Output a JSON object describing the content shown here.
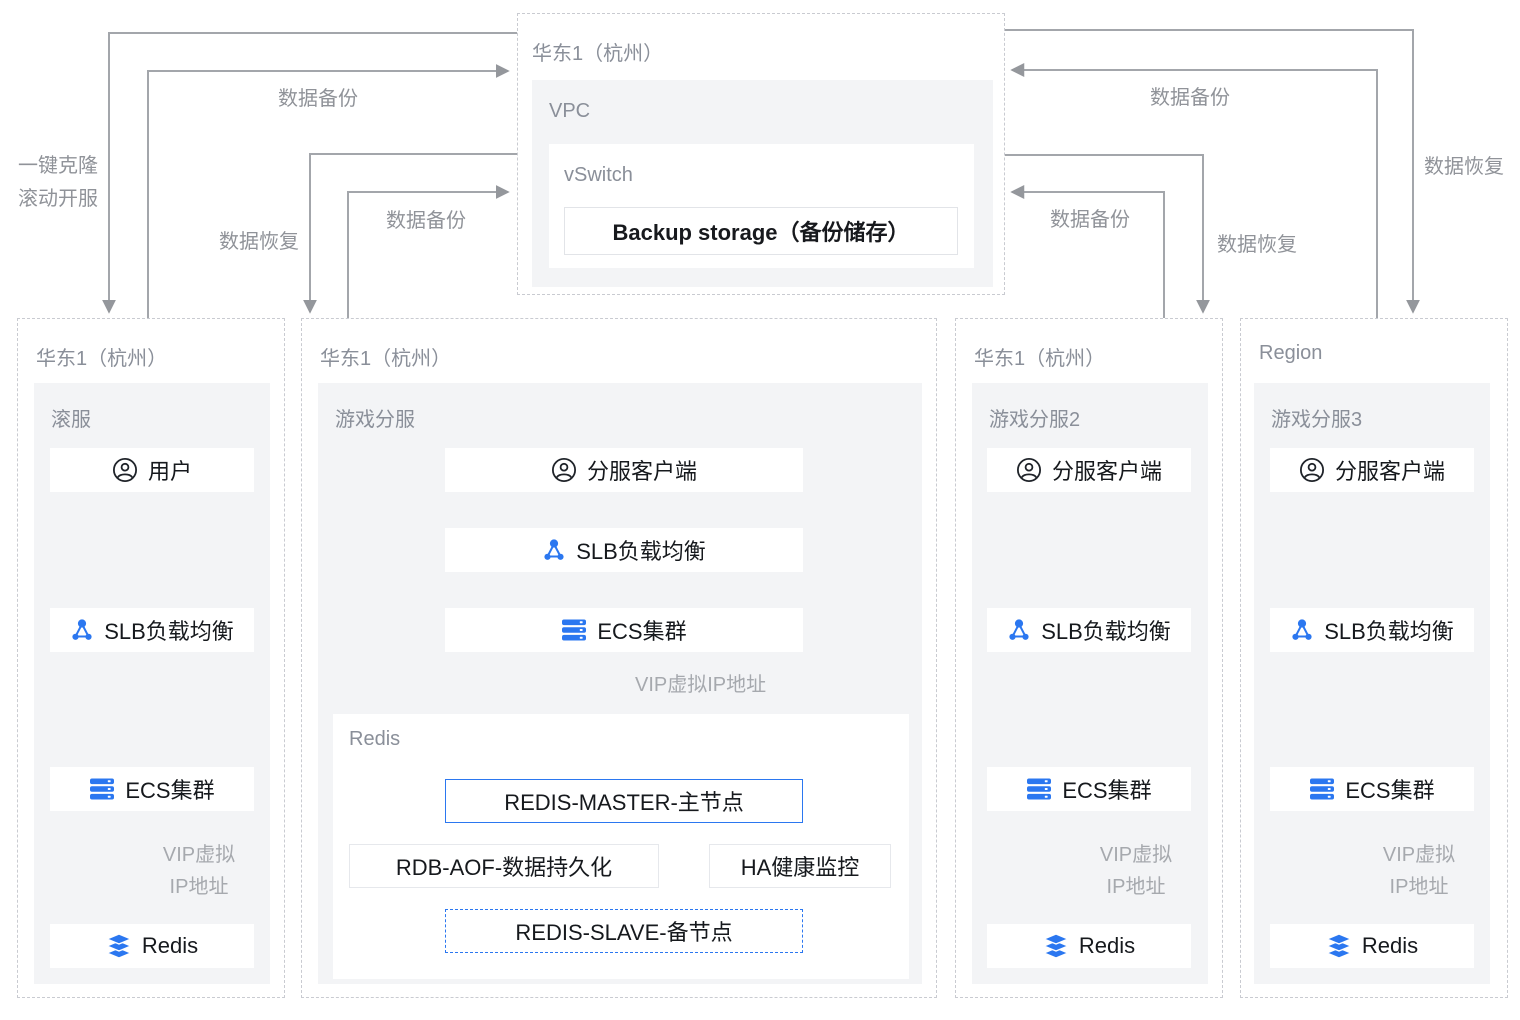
{
  "colors": {
    "accent_blue": "#2b77f0",
    "arrow_gray": "#a3a6ab",
    "panel_gray": "#f3f4f6"
  },
  "top_region": {
    "title": "华东1（杭州）",
    "vpc_label": "VPC",
    "vswitch_label": "vSwitch",
    "backup_storage_label": "Backup storage（备份储存）"
  },
  "edge_labels": {
    "clone_line1": "一键克隆",
    "clone_line2": "滚动开服",
    "backup_p1": "数据备份",
    "restore_p2": "数据恢复",
    "backup_p2": "数据备份",
    "backup_region": "数据备份",
    "restore_region": "数据恢复",
    "restore_p3": "数据恢复",
    "backup_p3": "数据备份"
  },
  "panels": [
    {
      "region_title": "华东1（杭州）",
      "group_label": "滚服",
      "nodes": [
        {
          "icon": "user",
          "label": "用户"
        },
        {
          "icon": "slb",
          "label": "SLB负载均衡"
        },
        {
          "icon": "ecs",
          "label": "ECS集群"
        },
        {
          "icon": "redis",
          "label": "Redis"
        }
      ],
      "vip_line1": "VIP虚拟",
      "vip_line2": "IP地址"
    },
    {
      "region_title": "华东1（杭州）",
      "group_label": "游戏分服",
      "nodes": [
        {
          "icon": "user",
          "label": "分服客户端"
        },
        {
          "icon": "slb",
          "label": "SLB负载均衡"
        },
        {
          "icon": "ecs",
          "label": "ECS集群"
        }
      ],
      "vip_label": "VIP虚拟IP地址",
      "redis_cluster": {
        "label": "Redis",
        "master": "REDIS-MASTER-主节点",
        "persistence": "RDB-AOF-数据持久化",
        "ha": "HA健康监控",
        "slave": "REDIS-SLAVE-备节点"
      }
    },
    {
      "region_title": "华东1（杭州）",
      "group_label": "游戏分服2",
      "nodes": [
        {
          "icon": "user",
          "label": "分服客户端"
        },
        {
          "icon": "slb",
          "label": "SLB负载均衡"
        },
        {
          "icon": "ecs",
          "label": "ECS集群"
        },
        {
          "icon": "redis",
          "label": "Redis"
        }
      ],
      "vip_line1": "VIP虚拟",
      "vip_line2": "IP地址"
    },
    {
      "region_title": "Region",
      "group_label": "游戏分服3",
      "nodes": [
        {
          "icon": "user",
          "label": "分服客户端"
        },
        {
          "icon": "slb",
          "label": "SLB负载均衡"
        },
        {
          "icon": "ecs",
          "label": "ECS集群"
        },
        {
          "icon": "redis",
          "label": "Redis"
        }
      ],
      "vip_line1": "VIP虚拟",
      "vip_line2": "IP地址"
    }
  ]
}
